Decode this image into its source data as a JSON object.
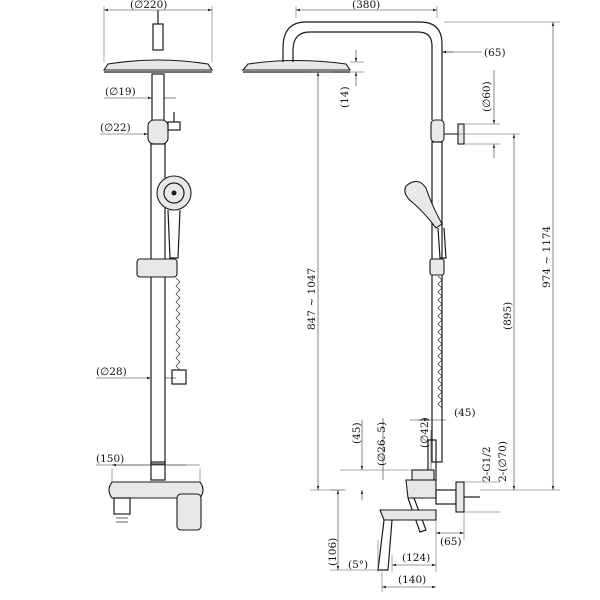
{
  "dimensions": {
    "front": {
      "head_diameter": "(∅220)",
      "pipe_diameter": "(∅19)",
      "connector_diameter": "(∅22)",
      "riser_diameter": "(∅28)",
      "mixer_width": "(150)"
    },
    "side": {
      "arm_length": "(380)",
      "arm_offset": "(65)",
      "head_drop": "(14)",
      "diverter_diameter": "(∅60)",
      "head_height_range": "847 ~ 1047",
      "total_height_range": "974 ~ 1174",
      "riser_length": "(895)",
      "mixer_offset": "(45)",
      "mixer_height": "(45)",
      "outlet_diameter": "(∅26. 5)",
      "handle_diameter": "(∅42)",
      "thread_spec": "2-G1/2",
      "flange_diameter": "2-(∅70)",
      "spout_height": "(106)",
      "spout_angle": "(5°)",
      "spout_length": "(124)",
      "flange_offset": "(65)",
      "spout_reach": "(140)"
    }
  }
}
